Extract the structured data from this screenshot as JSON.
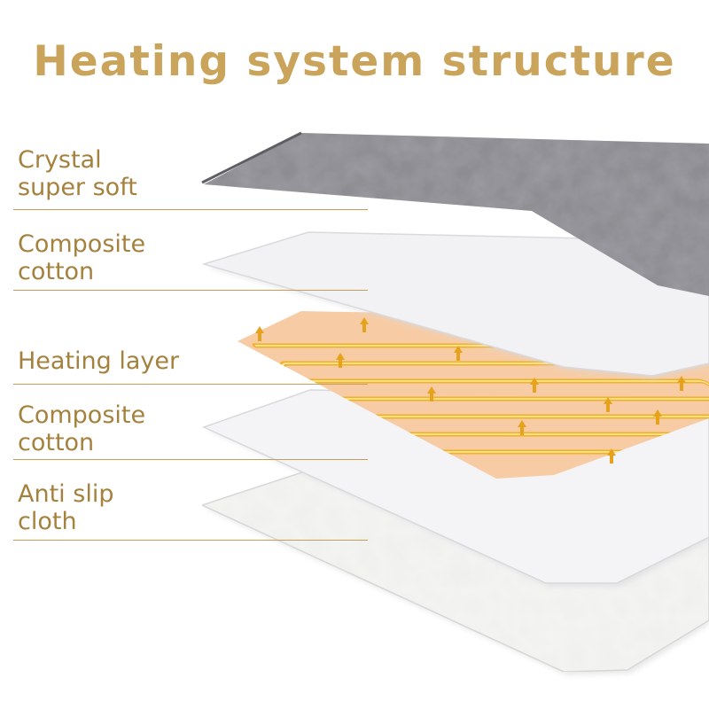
{
  "title": "Heating system structure",
  "colors": {
    "title": "#c9a45a",
    "label": "#a5813e",
    "leader_line": "#c39f58",
    "plush_layer": "#8d8d93",
    "cotton_layer": "#f2f2f4",
    "heating_layer": "#f7c9a0",
    "heating_wire": "#f1b21c",
    "anti_slip_layer": "#f3f3f2"
  },
  "layers": [
    {
      "id": "crystal-super-soft",
      "lines": [
        "Crystal",
        "super soft"
      ]
    },
    {
      "id": "composite-cotton-top",
      "lines": [
        "Composite",
        "cotton"
      ]
    },
    {
      "id": "heating-layer",
      "lines": [
        "Heating layer"
      ]
    },
    {
      "id": "composite-cotton-bottom",
      "lines": [
        "Composite",
        "cotton"
      ]
    },
    {
      "id": "anti-slip-cloth",
      "lines": [
        "Anti slip",
        "cloth"
      ]
    }
  ]
}
